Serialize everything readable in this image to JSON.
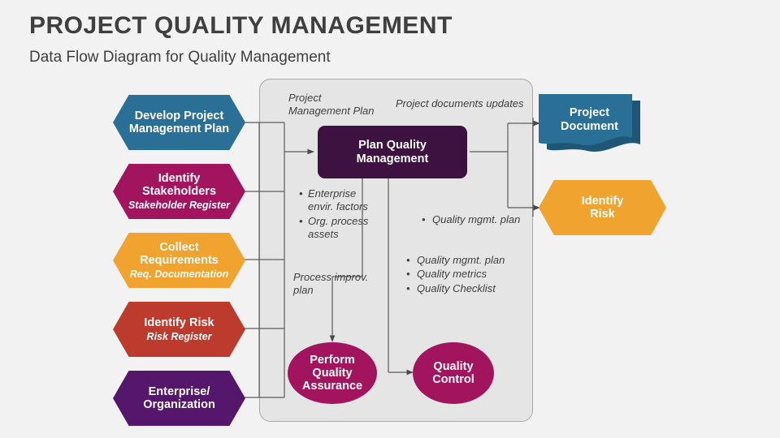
{
  "header": {
    "title": "PROJECT QUALITY MANAGEMENT",
    "subtitle": "Data Flow Diagram for Quality Management"
  },
  "colors": {
    "background": "#f2f2f2",
    "container": "#e5e5e5",
    "container_border": "#a8a8a8",
    "blue": "#2a6f96",
    "blue_shadow": "#1e5775",
    "magenta": "#a2145e",
    "magenta_alt": "#9e1058",
    "orange": "#f0a32e",
    "red": "#bd3b2c",
    "deep_purple": "#55176b",
    "plum": "#3d1140",
    "text_dark": "#3f3f3f",
    "connector": "#595959"
  },
  "inputs": [
    {
      "id": "develop-project-management-plan",
      "title": "Develop Project Management Plan",
      "title_lines": [
        "Develop Project",
        "Management Plan"
      ],
      "subtitle": "",
      "color": "#2a6f96"
    },
    {
      "id": "identify-stakeholders",
      "title": "Identify Stakeholders",
      "title_lines": [
        "Identify",
        "Stakeholders"
      ],
      "subtitle": "Stakeholder Register",
      "color": "#a2145e"
    },
    {
      "id": "collect-requirements",
      "title": "Collect Requirements",
      "title_lines": [
        "Collect",
        "Requirements"
      ],
      "subtitle": "Req. Documentation",
      "color": "#f0a32e"
    },
    {
      "id": "identify-risk-input",
      "title": "Identify Risk",
      "title_lines": [
        "Identify Risk"
      ],
      "subtitle": "Risk Register",
      "color": "#bd3b2c"
    },
    {
      "id": "enterprise-organization",
      "title": "Enterprise/ Organization",
      "title_lines": [
        "Enterprise/",
        "Organization"
      ],
      "subtitle": "",
      "color": "#55176b"
    }
  ],
  "processes": {
    "plan_quality_management": {
      "title": "Plan Quality Management",
      "title_lines": [
        "Plan Quality",
        "Management"
      ],
      "color": "#3d1140"
    },
    "perform_quality_assurance": {
      "title": "Perform Quality Assurance",
      "title_lines": [
        "Perform",
        "Quality",
        "Assurance"
      ],
      "color": "#a2145e"
    },
    "quality_control": {
      "title": "Quality Control",
      "title_lines": [
        "Quality",
        "Control"
      ],
      "color": "#a2145e"
    }
  },
  "outputs": [
    {
      "id": "project-document",
      "title": "Project Document",
      "title_lines": [
        "Project",
        "Document"
      ],
      "color": "#2a6f96",
      "shape": "document"
    },
    {
      "id": "identify-risk-output",
      "title": "Identify Risk",
      "title_lines": [
        "Identify",
        "Risk"
      ],
      "color": "#f0a32e",
      "shape": "hexagon"
    }
  ],
  "annotations": {
    "project_management_plan": [
      "Project",
      "Management Plan"
    ],
    "project_documents_updates": "Project documents updates",
    "inputs_list": [
      "Enterprise envir. factors",
      "Org. process assets"
    ],
    "process_improv_plan": [
      "Process improv.",
      "plan"
    ],
    "quality_mgmt_plan_single": [
      "Quality mgmt. plan"
    ],
    "quality_outputs_list": [
      "Quality mgmt. plan",
      "Quality metrics",
      "Quality Checklist"
    ]
  }
}
